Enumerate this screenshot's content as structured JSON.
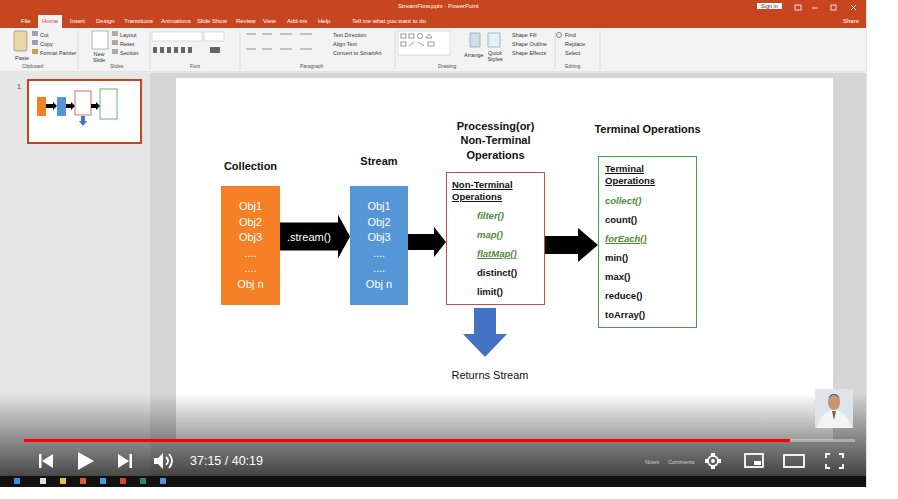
{
  "diagram": {
    "nodes": [
      {
        "text": [
          "Collection",
          "Obj1",
          "Obj2",
          "Obj3",
          "....",
          "....",
          "Obj n"
        ]
      },
      {
        "text": [
          "Stream",
          "Obj1",
          "Obj2",
          "Obj3",
          "....",
          "....",
          "Obj n"
        ]
      },
      {
        "text": [
          "Processing(or) Non-Terminal Operations",
          "Non-Terminal Operations",
          "filter()",
          "map()",
          "flatMap()",
          "distinct()",
          "limit()"
        ]
      },
      {
        "text": [
          "Terminal Operations",
          "Terminal Operations",
          "collect()",
          "count()",
          "forEach()",
          "min()",
          "max()",
          "reduce()",
          "toArray()"
        ]
      }
    ],
    "edges": [
      {
        "from": 0,
        "to": 1,
        "label": ".stream()",
        "arrow": "to"
      },
      {
        "from": 1,
        "to": 2,
        "arrow": "to"
      },
      {
        "from": 2,
        "to": 3,
        "arrow": "to"
      }
    ],
    "labels": [
      "StreamFlow.pptx - PowerPoint",
      "Sign in",
      "File",
      "Home",
      "Insert",
      "Design",
      "Transitions",
      "Animations",
      "Slide Show",
      "Review",
      "View",
      "Add-ins",
      "Help",
      "Tell me what you want to do",
      "Share",
      "Paste",
      "Cut",
      "Copy",
      "Format Painter",
      "Clipboard",
      "New Slide",
      "Layout",
      "Reset",
      "Section",
      "Slides",
      "Font",
      "Paragraph",
      "Text Direction",
      "Align Text",
      "Convert to SmartArt",
      "Arrange",
      "Quick Styles",
      "Shape Fill",
      "Shape Outline",
      "Shape Effects",
      "Drawing",
      "Find",
      "Replace",
      "Select",
      "Editing",
      "1",
      "Returns Stream",
      "37:15 / 40:19",
      "Notes",
      "Comments"
    ]
  }
}
